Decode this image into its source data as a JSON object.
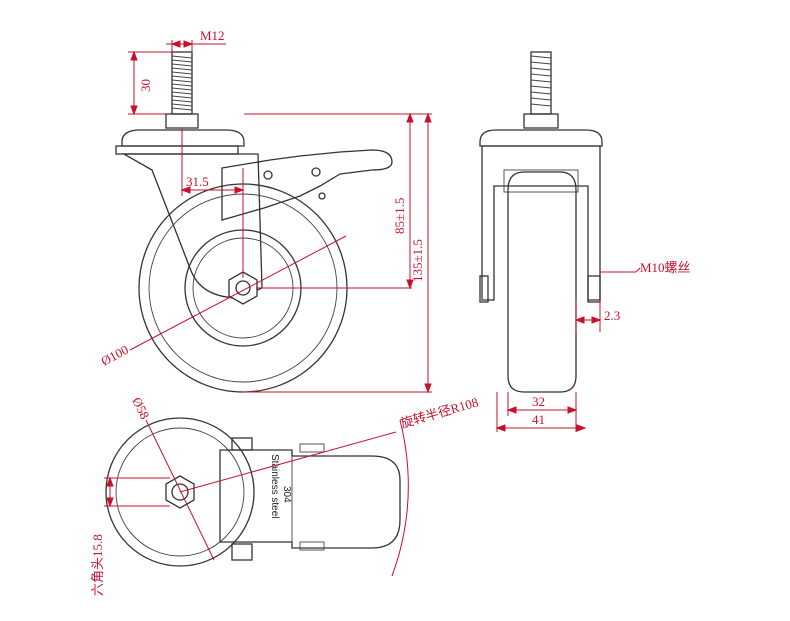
{
  "dimensions": {
    "thread": "M12",
    "stem_length": "30",
    "offset": "31.5",
    "wheel_diameter": "Ø100",
    "axle_height": "85±1.5",
    "total_height": "135±1.5",
    "bolt_label": "M10螺丝",
    "bolt_offset": "2.3",
    "tread_width": "32",
    "overall_width": "41",
    "plate_diameter": "Ø58",
    "swivel_radius": "旋转半径R108",
    "hex_size": "六角头15.8"
  },
  "markings": {
    "line1": "Stainless steel",
    "line2": "304"
  },
  "colors": {
    "dimension": "#c8102e",
    "outline": "#333333"
  }
}
